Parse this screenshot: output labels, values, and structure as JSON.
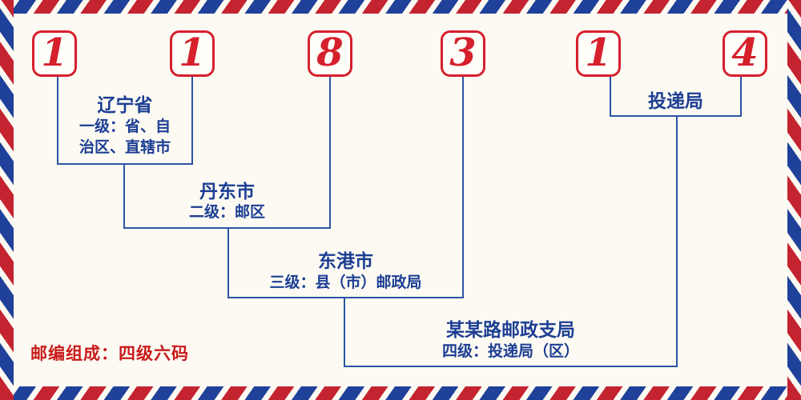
{
  "postal_code": {
    "digits": [
      "1",
      "1",
      "8",
      "3",
      "1",
      "4"
    ]
  },
  "levels": [
    {
      "name": "辽宁省",
      "desc": "一级：省、自\n治区、直辖市"
    },
    {
      "name": "丹东市",
      "desc": "二级：邮区"
    },
    {
      "name": "东港市",
      "desc": "三级：县（市）邮政局"
    },
    {
      "name": "某某路邮政支局",
      "desc": "四级：投递局（区）"
    },
    {
      "name": "投递局"
    }
  ],
  "footer": {
    "composition_label": "邮编组成：四级六码"
  },
  "colors": {
    "digit_red": "#d6202c",
    "text_blue": "#1c3e94",
    "line_blue": "#2a55a5",
    "border_red": "#c42430",
    "border_blue": "#20419a",
    "background": "#fcfaf2"
  }
}
